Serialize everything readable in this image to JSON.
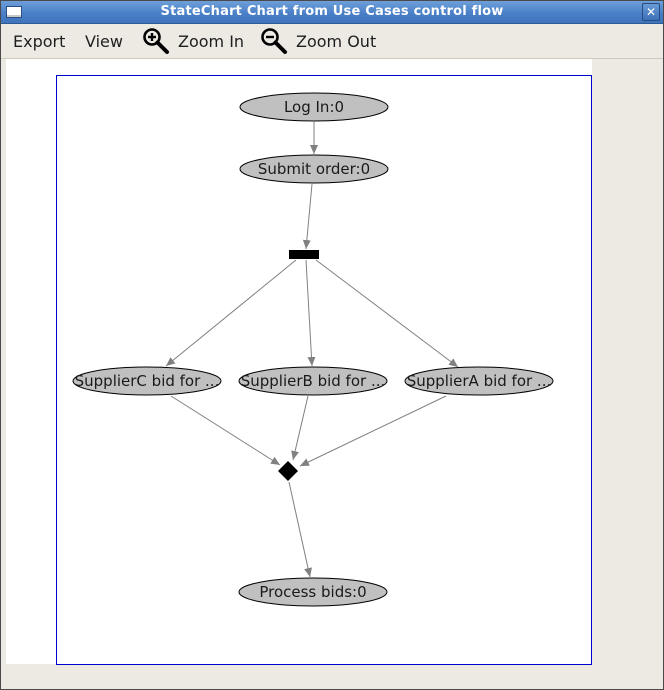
{
  "window": {
    "title": "StateChart Chart from Use Cases control flow",
    "menu_icon": "window-menu-icon",
    "close_icon": "close-icon",
    "close_glyph": "✕"
  },
  "toolbar": {
    "export_label": "Export",
    "view_label": "View",
    "zoom_in_label": "Zoom In",
    "zoom_in_icon": "zoom-in-icon",
    "zoom_out_label": "Zoom Out",
    "zoom_out_icon": "zoom-out-icon"
  },
  "diagram": {
    "frame_color": "#0000d0",
    "node_fill": "#c0c0c0",
    "edge_color": "#808080",
    "nodes": [
      {
        "id": "login",
        "type": "state",
        "label": "Log In:0"
      },
      {
        "id": "submit",
        "type": "state",
        "label": "Submit order:0"
      },
      {
        "id": "fork",
        "type": "fork-bar",
        "label": ""
      },
      {
        "id": "supplierC",
        "type": "state",
        "label": "SupplierC bid for ..."
      },
      {
        "id": "supplierB",
        "type": "state",
        "label": "SupplierB bid for ..."
      },
      {
        "id": "supplierA",
        "type": "state",
        "label": "SupplierA bid for ..."
      },
      {
        "id": "merge",
        "type": "decision-diamond",
        "label": ""
      },
      {
        "id": "process",
        "type": "state",
        "label": "Process bids:0"
      }
    ],
    "edges": [
      {
        "from": "login",
        "to": "submit"
      },
      {
        "from": "submit",
        "to": "fork"
      },
      {
        "from": "fork",
        "to": "supplierC"
      },
      {
        "from": "fork",
        "to": "supplierB"
      },
      {
        "from": "fork",
        "to": "supplierA"
      },
      {
        "from": "supplierC",
        "to": "merge"
      },
      {
        "from": "supplierB",
        "to": "merge"
      },
      {
        "from": "supplierA",
        "to": "merge"
      },
      {
        "from": "merge",
        "to": "process"
      }
    ]
  }
}
